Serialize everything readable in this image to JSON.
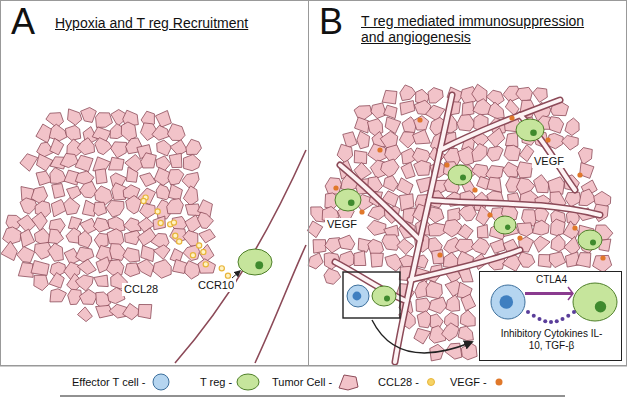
{
  "diagram": {
    "nodes": [
      {
        "text": [
          "A",
          "Hypoxia and T reg Recruitment"
        ]
      },
      {
        "text": [
          "B",
          "T reg mediated immunosuppression and angiogenesis"
        ]
      },
      {
        "text": [
          "CTLA4",
          "Inhibitory Cytokines IL-10, TGF-β"
        ],
        "in": 1
      }
    ],
    "labels": [
      "CCL28",
      "CCR10",
      "VEGF",
      "VEGF"
    ],
    "legend": [
      {
        "text": "Effector T cell -",
        "color": "#b5d5f0"
      },
      {
        "text": "T reg -",
        "color": "#c6e59c"
      },
      {
        "text": "Tumor Cell -",
        "color": "#f2c3c9"
      },
      {
        "text": "CCL28 -",
        "color": "#f6d365"
      },
      {
        "text": "VEGF -",
        "color": "#e0782a"
      }
    ]
  }
}
